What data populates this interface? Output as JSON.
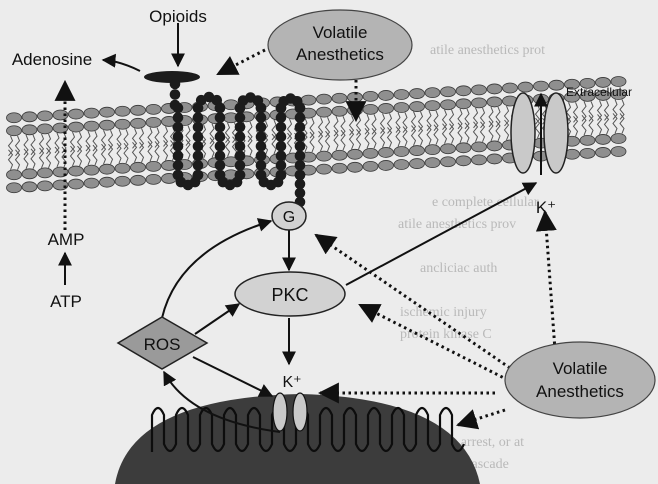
{
  "labels": {
    "opioids": "Opioids",
    "adenosine": "Adenosine",
    "amp": "AMP",
    "atp": "ATP",
    "volatile_top_line1": "Volatile",
    "volatile_top_line2": "Anesthetics",
    "volatile_bottom_line1": "Volatile",
    "volatile_bottom_line2": "Anesthetics",
    "extracellular": "Extracellular",
    "k_plus_channel": "K⁺",
    "k_plus_mito": "K⁺",
    "g_protein": "G",
    "pkc": "PKC",
    "ros": "ROS"
  },
  "background_text": [
    "atile anesthetics prot",
    "e complete cellular",
    "atile anesthetics prov",
    "ancliciac auth",
    "ischemic injury",
    "protein kinase C",
    "aptic arrest, or at",
    "e apoptotic cascade"
  ],
  "colors": {
    "background": "#ececec",
    "membrane_head": "#8f8f8f",
    "receptor_bead": "#1c1c1c",
    "node_fill": "#d2d2d2",
    "ros_fill": "#9a9a9a",
    "anesthetic_fill": "#b4b4b4",
    "mitochondrion_fill": "#3c3c3c"
  }
}
